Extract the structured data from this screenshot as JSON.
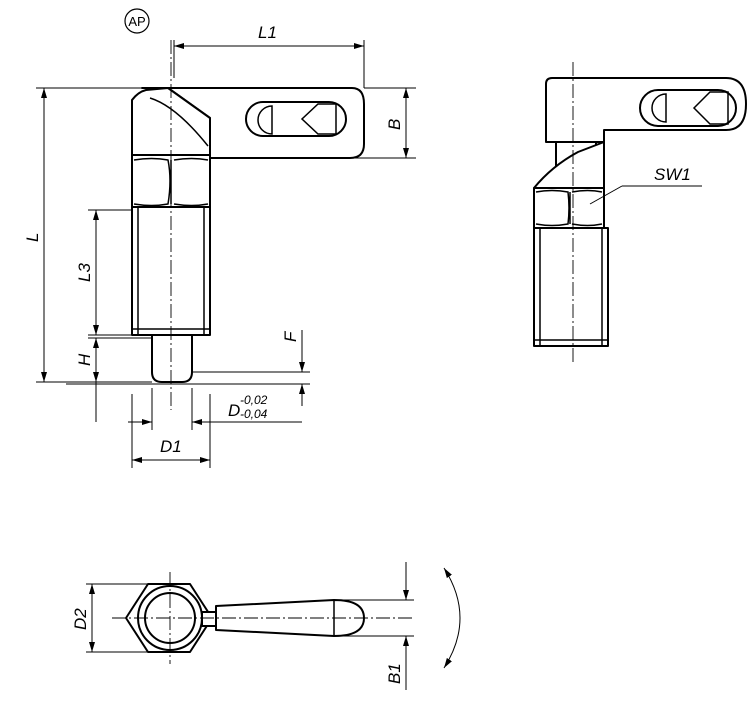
{
  "badge": "AP",
  "labels": {
    "L1": "L1",
    "B": "B",
    "L": "L",
    "L3": "L3",
    "H": "H",
    "F": "F",
    "D": "D",
    "D_upper": "-0,02",
    "D_lower": "-0,04",
    "D1": "D1",
    "SW1": "SW1",
    "D2": "D2",
    "B1": "B1"
  }
}
